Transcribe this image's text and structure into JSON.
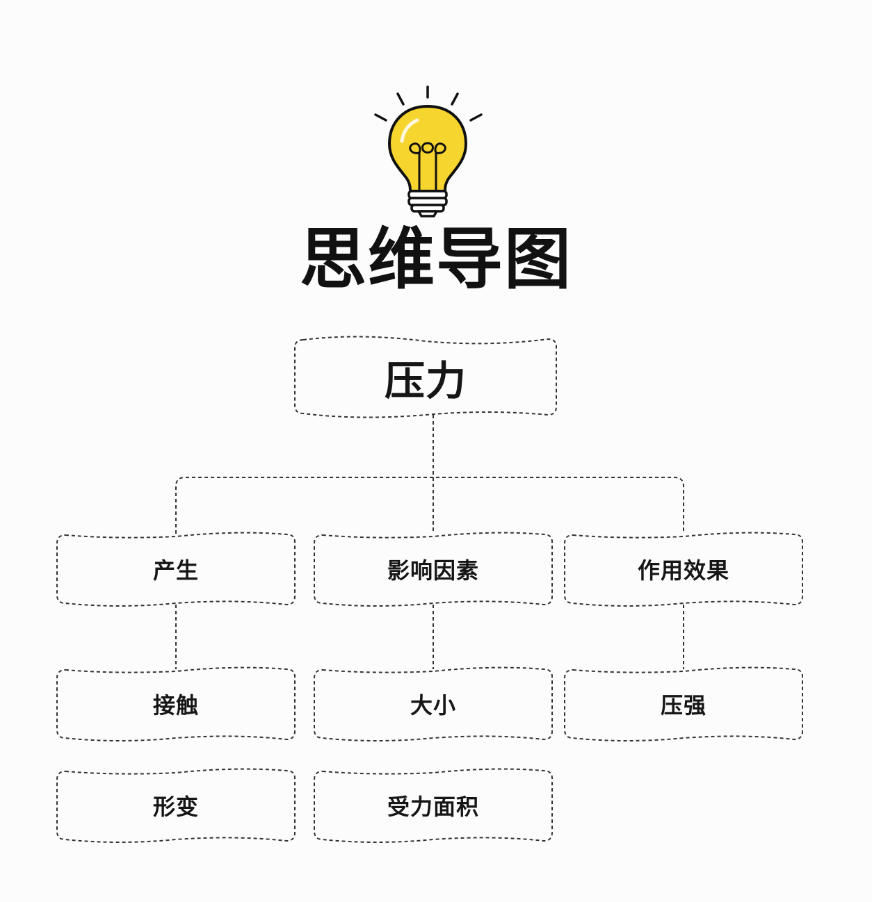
{
  "title": "思维导图",
  "colors": {
    "bulb_fill": "#f7d52f",
    "outline": "#111111",
    "dash": "#333333",
    "background": "#fcfcfd"
  },
  "icons": {
    "header": "lightbulb-icon"
  },
  "mindmap": {
    "root": "压力",
    "branches": [
      {
        "label": "产生",
        "children": [
          "接触",
          "形变"
        ]
      },
      {
        "label": "影响因素",
        "children": [
          "大小",
          "受力面积"
        ]
      },
      {
        "label": "作用效果",
        "children": [
          "压强"
        ]
      }
    ]
  }
}
